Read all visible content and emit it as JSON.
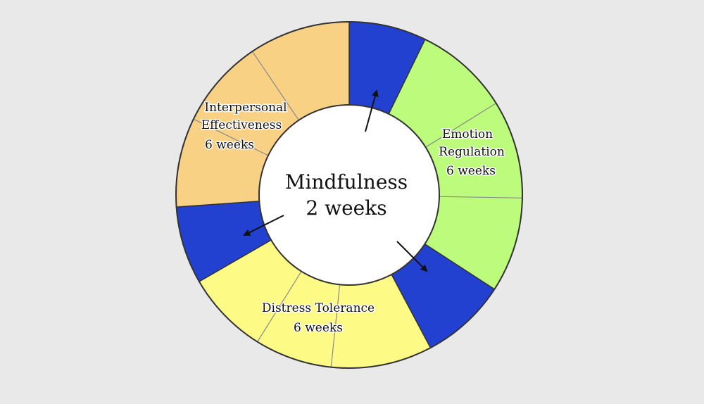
{
  "center": {
    "title": "Mindfulness",
    "duration": "2 weeks"
  },
  "modules": [
    {
      "key": "interpersonal",
      "lines": [
        "Interpersonal",
        "Effectiveness",
        "6 weeks"
      ],
      "weeks": 6,
      "color": "#f8d185"
    },
    {
      "key": "emotion",
      "lines": [
        "Emotion",
        "Regulation",
        "6 weeks"
      ],
      "weeks": 6,
      "color": "#bdfb7c"
    },
    {
      "key": "distress",
      "lines": [
        "Distress Tolerance",
        "6 weeks"
      ],
      "weeks": 6,
      "color": "#fdfb86"
    }
  ],
  "colors": {
    "mindfulness": "#2341d1",
    "background": "#e9e9e9",
    "ring_outline": "#333333",
    "divider": "#8a8a8a",
    "center_fill": "#ffffff"
  }
}
